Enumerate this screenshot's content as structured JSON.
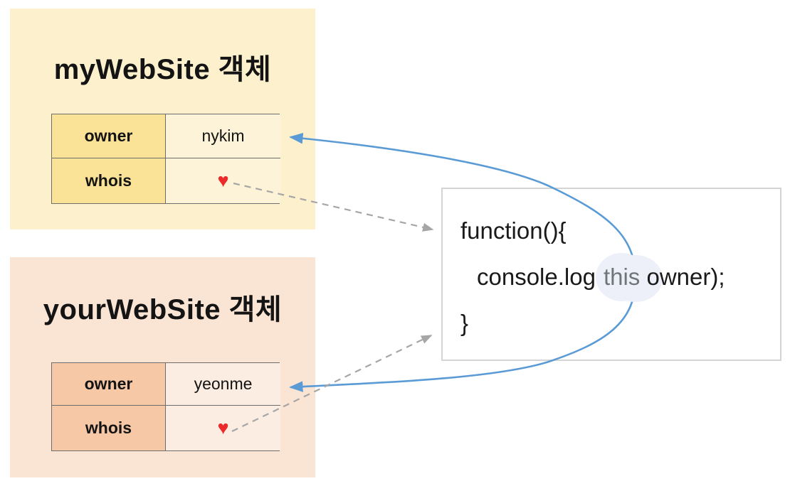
{
  "colors": {
    "accent_blue": "#5B9BD5",
    "arrow_gray": "#A6A6A6",
    "heart_red": "#ED2A2A",
    "this_highlight": "#EDF0F9",
    "this_text_gray": "#70757B",
    "my_box_bg": "#FCF0CD",
    "my_key_cell_bg": "#FAE296",
    "my_value_cell_bg": "#FDF3D8",
    "your_box_bg": "#FAE4D4",
    "your_key_cell_bg": "#F6C8A6",
    "your_value_cell_bg": "#FBEDE2",
    "table_border": "#6D6D6D",
    "function_box_border": "#D4D4D4",
    "code_text": "#1A1A1A"
  },
  "my_object": {
    "title": "myWebSite 객체",
    "rows": [
      {
        "key": "owner",
        "value": "nykim"
      },
      {
        "key": "whois",
        "value": "♥"
      }
    ]
  },
  "your_object": {
    "title": "yourWebSite 객체",
    "rows": [
      {
        "key": "owner",
        "value": "yeonme"
      },
      {
        "key": "whois",
        "value": "♥"
      }
    ]
  },
  "function_box": {
    "line1": "function(){",
    "line2_prefix": "console.log(",
    "line2_this": "this",
    "line2_suffix": ".owner);",
    "line3": "}"
  },
  "connections": {
    "blue_curve": "this → owner cells (nykim / yeonme)",
    "dashed_top": "myWebSite whois ♥ → function",
    "dashed_bottom": "yourWebSite whois ♥ → function"
  }
}
